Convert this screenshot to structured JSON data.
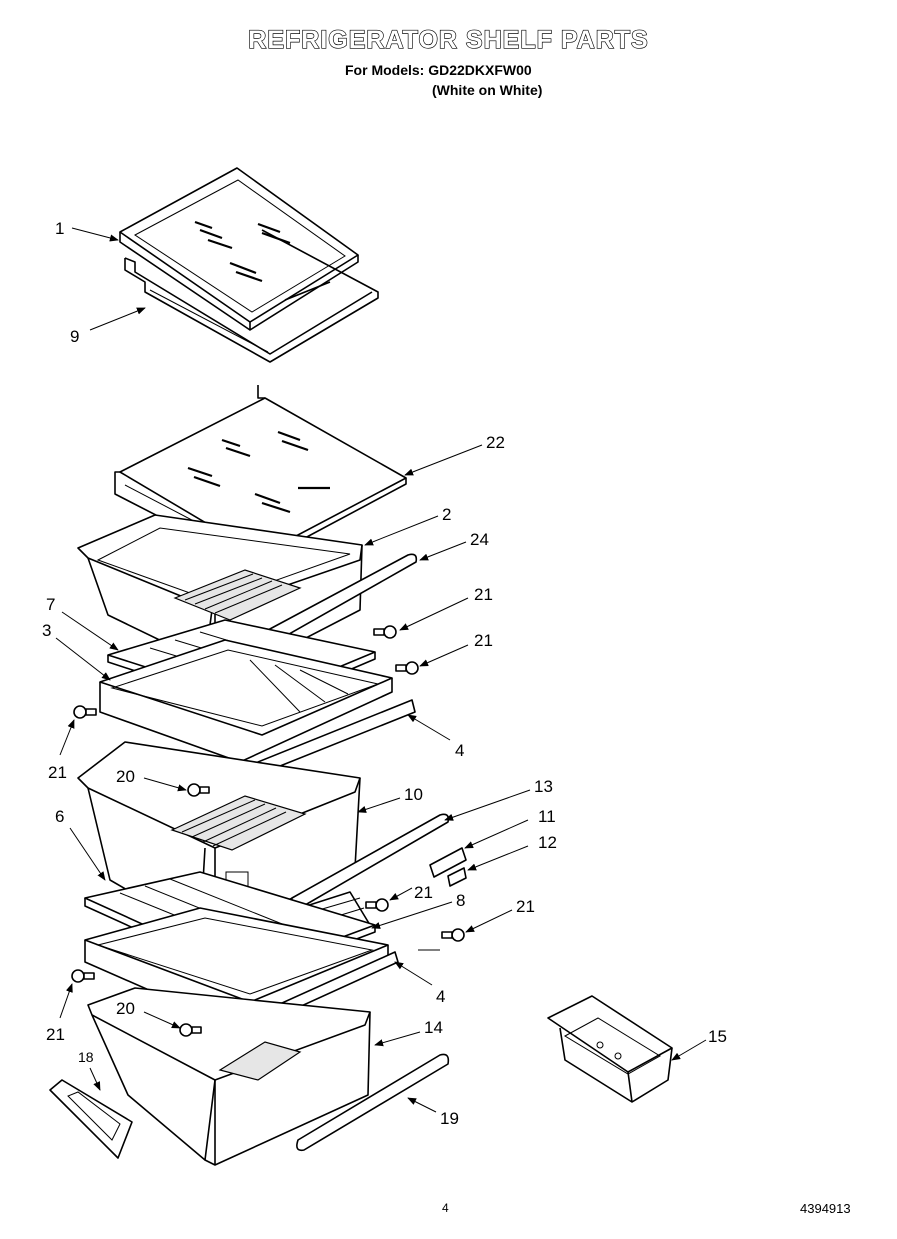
{
  "header": {
    "title": "REFRIGERATOR SHELF PARTS",
    "models_line": "For Models: GD22DKXFW00",
    "variant_line": "(White on White)"
  },
  "footer": {
    "page_number": "4",
    "document_number": "4394913"
  },
  "callouts": [
    "1",
    "9",
    "22",
    "2",
    "24",
    "7",
    "3",
    "21",
    "21",
    "4",
    "21",
    "20",
    "10",
    "13",
    "6",
    "11",
    "12",
    "21",
    "8",
    "21",
    "4",
    "21",
    "20",
    "14",
    "18",
    "15",
    "19"
  ]
}
